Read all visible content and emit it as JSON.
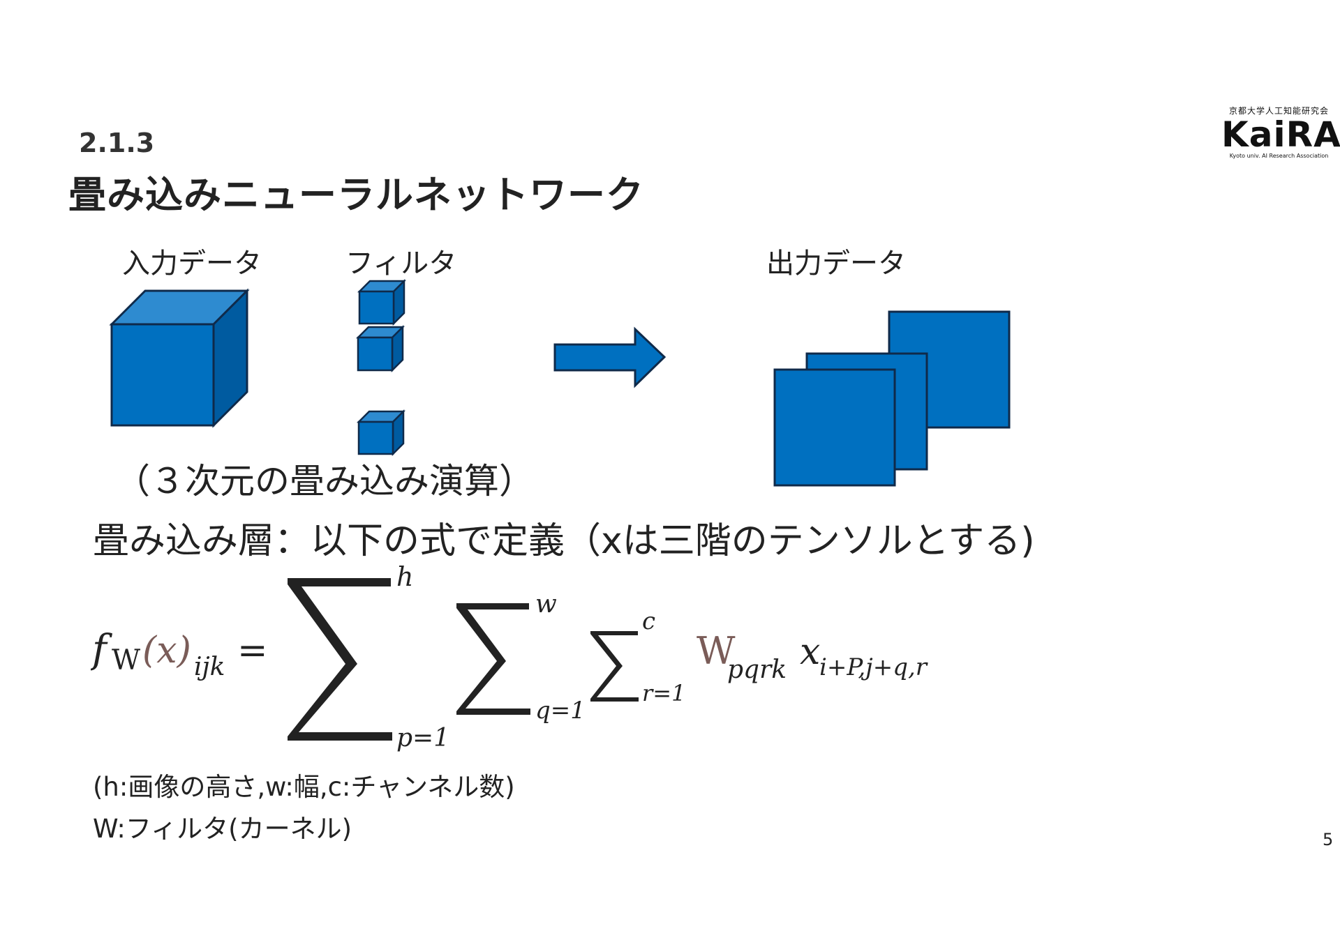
{
  "header": {
    "section_number": "2.1.3",
    "title": "畳み込みニューラルネットワーク"
  },
  "logo": {
    "top_text": "京都大学人工知能研究会",
    "main_text": "KaiRA",
    "sub_text": "Kyoto univ. AI Research Association"
  },
  "figure": {
    "input_label": "入力データ",
    "filter_label": "フィルタ",
    "output_label": "出力データ",
    "colors": {
      "front": "#0070C0",
      "top": "#2E8BD0",
      "side": "#005BA0",
      "stroke": "#0F2A4A"
    }
  },
  "body": {
    "caption_3d": "（３次元の畳み込み演算）",
    "conv_definition": "畳み込み層：以下の式で定義（xは三階のテンソルとする)"
  },
  "formula": {
    "lhs_f": "f",
    "lhs_w": "W",
    "lhs_x": "(x)",
    "lhs_idx": "ijk",
    "equals": "=",
    "sum1_upper": "h",
    "sum1_lower": "p=1",
    "sum2_upper": "w",
    "sum2_lower": "q=1",
    "sum3_upper": "c",
    "sum3_lower": "r=1",
    "weight": "W",
    "weight_idx": "pqrk",
    "x": "x",
    "x_idx": "i+P,j+q,r",
    "weight_color": "#7a5c58"
  },
  "notes": {
    "line1": "(h:画像の高さ,w:幅,c:チャンネル数)",
    "line2": "W:フィルタ(カーネル)"
  },
  "page_number": "5"
}
